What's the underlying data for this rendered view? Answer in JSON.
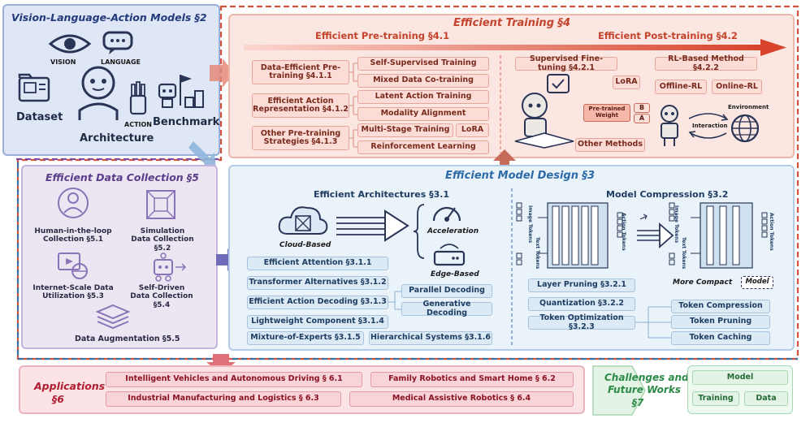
{
  "vla": {
    "title": "Vision-Language-Action Models §2",
    "vision": "VISION",
    "language": "LANGUAGE",
    "action": "ACTION",
    "dataset": "Dataset",
    "architecture": "Architecture",
    "benchmark": "Benchmark"
  },
  "training": {
    "title": "Efficient Training §4",
    "pre_title": "Efficient Pre-training §4.1",
    "post_title": "Efficient Post-training §4.2",
    "pre_groups": [
      {
        "label": "Data-Efficient Pre-training §4.1.1",
        "items": [
          "Self-Supervised Training",
          "Mixed Data Co-training"
        ]
      },
      {
        "label": "Efficient Action Representation §4.1.2",
        "items": [
          "Latent Action Training",
          "Modality Alignment"
        ]
      },
      {
        "label": "Other Pre-training Strategies §4.1.3",
        "items": [
          "Multi-Stage Training",
          "LoRA",
          "Reinforcement Learning"
        ]
      }
    ],
    "sft": "Supervised Fine-tuning §4.2.1",
    "lora": "LoRA",
    "pretrained_weight": "Pre-trained Weight",
    "b": "B",
    "a": "A",
    "other_methods": "Other Methods",
    "rl": "RL-Based Method §4.2.2",
    "offline": "Offline-RL",
    "online": "Online-RL",
    "environment": "Environment",
    "interaction": "Interaction"
  },
  "data": {
    "title": "Efficient Data Collection §5",
    "items": [
      "Human-in-the-loop Collection §5.1",
      "Simulation Data Collection §5.2",
      "Internet-Scale Data Utilization §5.3",
      "Self-Driven Data Collection §5.4",
      "Data Augmentation §5.5"
    ]
  },
  "model": {
    "title": "Efficient Model Design §3",
    "arch_title": "Efficient Architectures §3.1",
    "cloud": "Cloud-Based",
    "edge": "Edge-Based",
    "accel": "Acceleration",
    "attention": "Efficient Attention §3.1.1",
    "transformer": "Transformer Alternatives §3.1.2",
    "decoding": "Efficient Action Decoding §3.1.3",
    "parallel": "Parallel Decoding",
    "generative": "Generative Decoding",
    "lightweight": "Lightweight Component §3.1.4",
    "moe": "Mixture-of-Experts §3.1.5",
    "hier": "Hierarchical Systems §3.1.6",
    "comp_title": "Model Compression §3.2",
    "image_tokens": "Image Tokens",
    "text_tokens": "Text Tokens",
    "action_tokens": "Action Tokens",
    "more_compact": "More Compact",
    "model_label": "Model",
    "layer": "Layer Pruning §3.2.1",
    "quant": "Quantization §3.2.2",
    "token_opt": "Token Optimization §3.2.3",
    "token_comp": "Token Compression",
    "token_prune": "Token Pruning",
    "token_cache": "Token Caching"
  },
  "apps": {
    "title_line1": "Applications",
    "title_line2": "§6",
    "items": [
      "Intelligent Vehicles and Autonomous Driving § 6.1",
      "Family Robotics and Smart Home § 6.2",
      "Industrial Manufacturing and Logistics § 6.3",
      "Medical Assistive Robotics § 6.4"
    ]
  },
  "challenges": {
    "line1": "Challenges and",
    "line2": "Future Works",
    "line3": "§7",
    "model": "Model",
    "training": "Training",
    "data": "Data"
  }
}
